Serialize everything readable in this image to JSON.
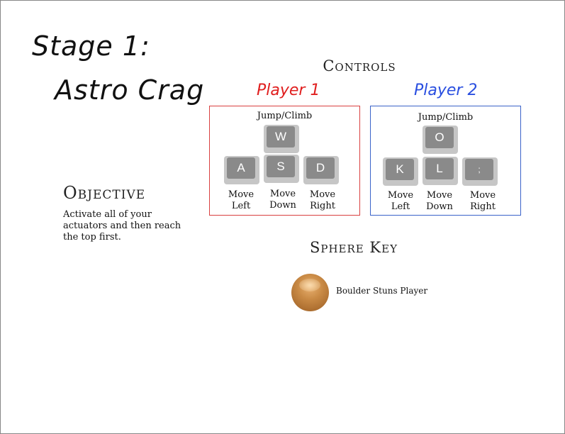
{
  "stage": {
    "number_label": "Stage 1:",
    "name": "Astro Crag"
  },
  "controls": {
    "heading": "Controls",
    "player1": {
      "label": "Player 1",
      "color": "#e01f1f",
      "jump_label": "Jump/Climb",
      "keys": {
        "up": "W",
        "left": "A",
        "down": "S",
        "right": "D"
      },
      "moves": {
        "left": "Move\nLeft",
        "down": "Move\nDown",
        "right": "Move\nRight"
      }
    },
    "player2": {
      "label": "Player 2",
      "color": "#2a4fe0",
      "jump_label": "Jump/Climb",
      "keys": {
        "up": "O",
        "left": "K",
        "down": "L",
        "right": ";"
      },
      "moves": {
        "left": "Move\nLeft",
        "down": "Move\nDown",
        "right": "Move\nRight"
      }
    }
  },
  "objective": {
    "heading": "Objective",
    "text": "Activate all of your actuators and then reach the top first."
  },
  "sphere_key": {
    "heading": "Sphere Key",
    "items": [
      {
        "icon": "boulder-sphere-icon",
        "label": "Boulder Stuns Player",
        "color": "#b87a3a"
      }
    ]
  }
}
